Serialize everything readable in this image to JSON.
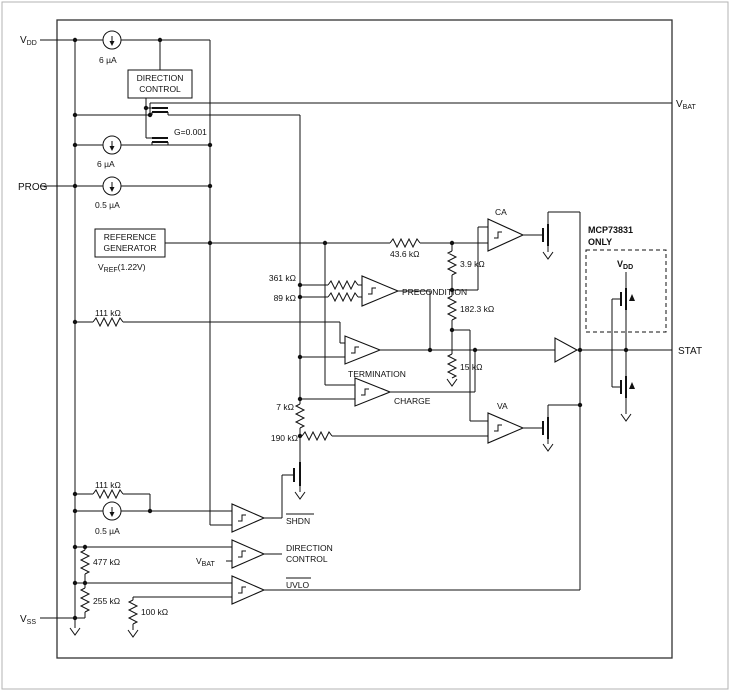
{
  "pins": {
    "vdd": {
      "main": "V",
      "sub": "DD"
    },
    "vbat": {
      "main": "V",
      "sub": "BAT"
    },
    "prog": "PROG",
    "vss": {
      "main": "V",
      "sub": "SS"
    },
    "stat": "STAT"
  },
  "sources": {
    "cs1": "6 µA",
    "cs2": "6 µA",
    "cs3": "0.5 µA",
    "cs4": "0.5 µA"
  },
  "blocks": {
    "direction_control": {
      "line1": "DIRECTION",
      "line2": "CONTROL"
    },
    "reference_generator": {
      "line1": "REFERENCE",
      "line2": "GENERATOR"
    },
    "vref": {
      "main": "V",
      "sub": "REF",
      "rest": "(1.22V)"
    },
    "gain": "G=0.001",
    "mcp_only": {
      "line1": "MCP73831",
      "line2": "ONLY"
    },
    "mcp_vdd": {
      "main": "V",
      "sub": "DD"
    }
  },
  "resistors": {
    "r361": "361 kΩ",
    "r89": "89 kΩ",
    "r111a": "111 kΩ",
    "r43": "43.6 kΩ",
    "r3_9": "3.9 kΩ",
    "r182": "182.3 kΩ",
    "r15": "15 kΩ",
    "r7": "7 kΩ",
    "r190": "190 kΩ",
    "r111b": "111 kΩ",
    "r477": "477 kΩ",
    "r255": "255 kΩ",
    "r100": "100 kΩ"
  },
  "comparators": {
    "ca": "CA",
    "va": "VA",
    "precondition": "PRECONDITION",
    "termination": "TERMINATION",
    "charge": "CHARGE",
    "shdn": "SHDN",
    "direction": {
      "line1": "DIRECTION",
      "line2": "CONTROL"
    },
    "uvlo": "UVLO",
    "dir_vbat": {
      "main": "V",
      "sub": "BAT"
    }
  }
}
